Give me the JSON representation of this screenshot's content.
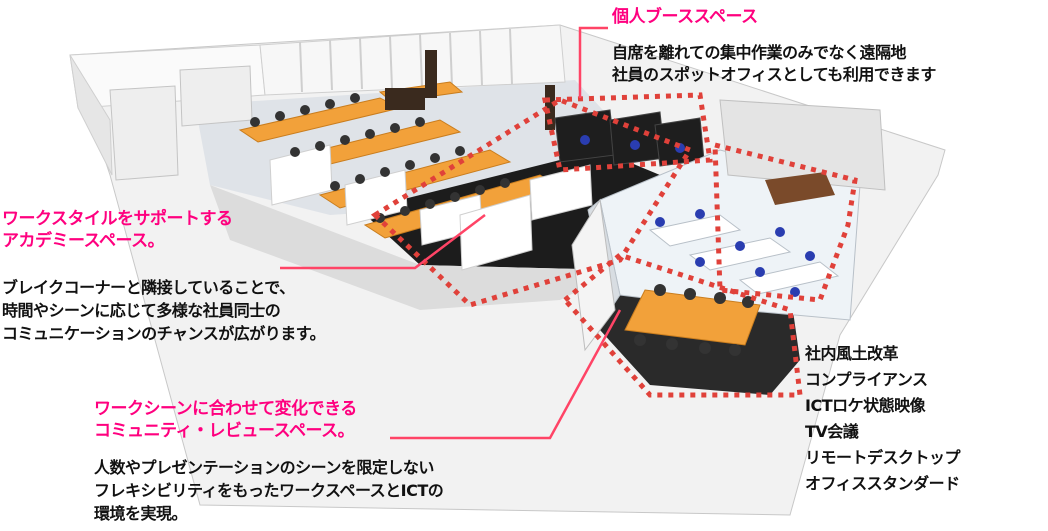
{
  "booth": {
    "title": "個人ブーススペース",
    "desc1": "自席を離れての集中作業のみでなく遠隔地",
    "desc2": "社員のスポットオフィスとしても利用できます"
  },
  "academy": {
    "title1": "ワークスタイルをサポートする",
    "title2": "アカデミースペース。",
    "desc1": "ブレイクコーナーと隣接していることで、",
    "desc2": "時間やシーンに応じて多様な社員同士の",
    "desc3": "コミュニケーションのチャンスが広がります。"
  },
  "community": {
    "title1": "ワークシーンに合わせて変化できる",
    "title2": "コミュニティ・レビュースペース。",
    "desc1": "人数やプレゼンテーションのシーンを限定しない",
    "desc2": "フレキシビリティをもったワークスペースとICTの",
    "desc3": "環境を実現。"
  },
  "features": [
    "社内風土改革",
    "コンプライアンス",
    "ICTロケ状態映像",
    "TV会議",
    "リモートデスクトップ",
    "オフィススタンダード"
  ],
  "colors": {
    "accent_pink": "#ff007f",
    "leader_red": "#ff4466",
    "zone_dots": "#e0413a",
    "desk_orange": "#f2a13a",
    "chair_blue": "#2a3db0"
  }
}
